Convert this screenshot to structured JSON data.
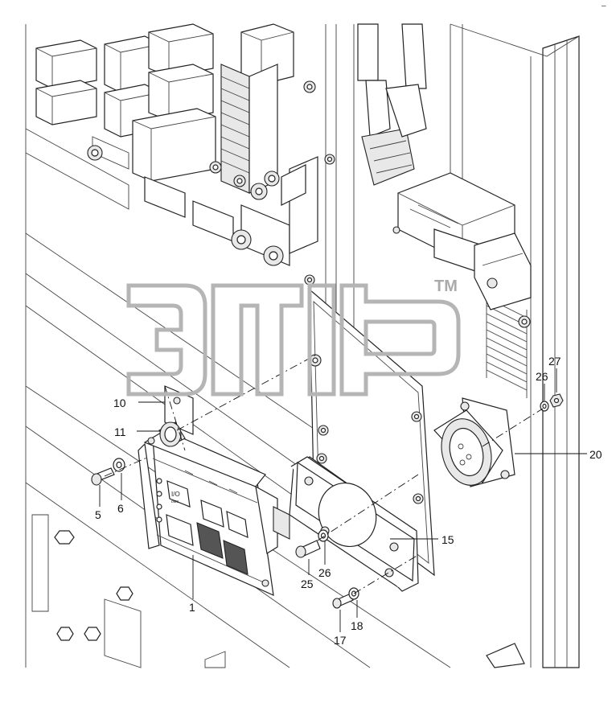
{
  "diagram": {
    "corner_mark": "–",
    "watermark": {
      "trademark": "TM"
    },
    "callouts": [
      {
        "id": "c1",
        "label": "1"
      },
      {
        "id": "c5",
        "label": "5"
      },
      {
        "id": "c6",
        "label": "6"
      },
      {
        "id": "c10",
        "label": "10"
      },
      {
        "id": "c11",
        "label": "11"
      },
      {
        "id": "c15",
        "label": "15"
      },
      {
        "id": "c17",
        "label": "17"
      },
      {
        "id": "c18",
        "label": "18"
      },
      {
        "id": "c20",
        "label": "20"
      },
      {
        "id": "c25",
        "label": "25"
      },
      {
        "id": "c26a",
        "label": "26"
      },
      {
        "id": "c26b",
        "label": "26"
      },
      {
        "id": "c27",
        "label": "27"
      }
    ],
    "panel_text": {
      "io": "I/O",
      "sub": "ᴅᴍᴏ"
    }
  }
}
